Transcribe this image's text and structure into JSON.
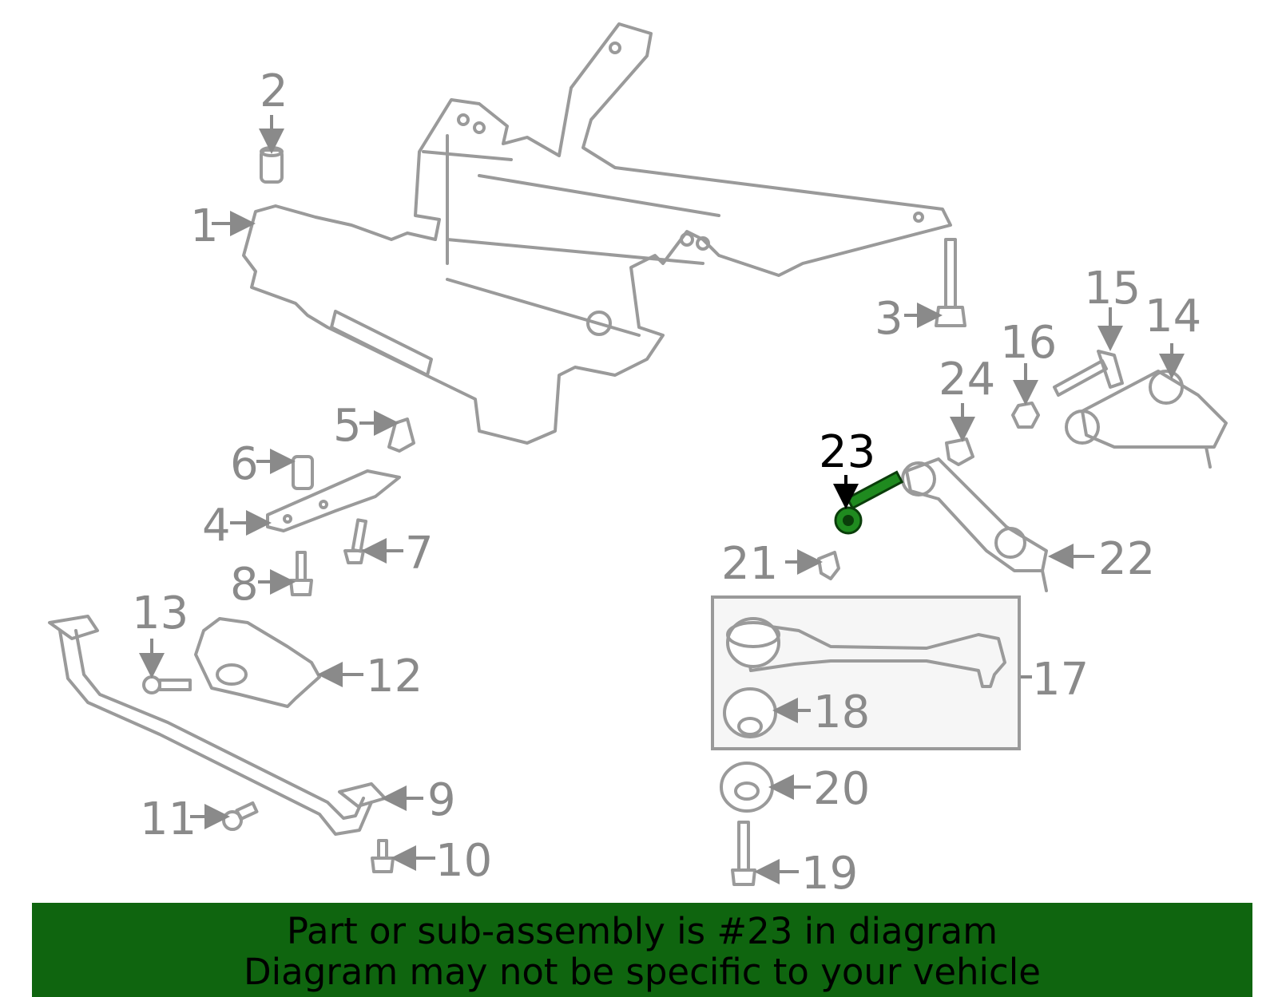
{
  "diagram": {
    "highlight_part": "23",
    "highlight_color": "#1f8a1f",
    "part_color": "#9a9a9a",
    "callouts": {
      "c1": "1",
      "c2": "2",
      "c3": "3",
      "c4": "4",
      "c5": "5",
      "c6": "6",
      "c7": "7",
      "c8": "8",
      "c9": "9",
      "c10": "10",
      "c11": "11",
      "c12": "12",
      "c13": "13",
      "c14": "14",
      "c15": "15",
      "c16": "16",
      "c17": "17",
      "c18": "18",
      "c19": "19",
      "c20": "20",
      "c21": "21",
      "c22": "22",
      "c23": "23",
      "c24": "24"
    }
  },
  "banner": {
    "color": "#0f650f",
    "line1": "Part or sub-assembly is #23 in diagram",
    "line2": "Diagram may not be specific to your vehicle"
  }
}
